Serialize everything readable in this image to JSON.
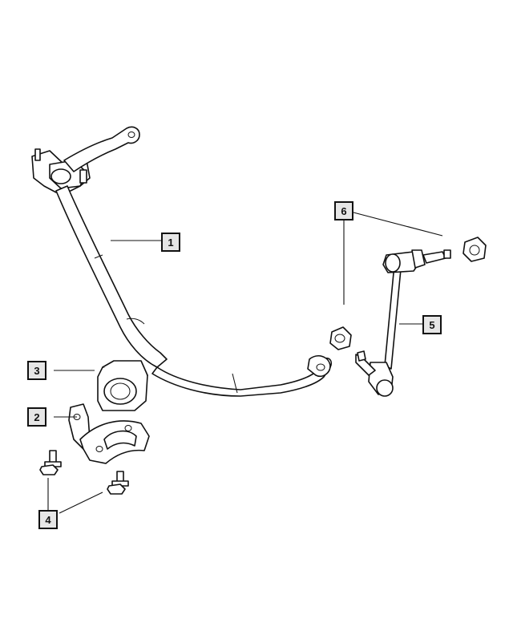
{
  "callouts": [
    {
      "id": "1",
      "label": "1",
      "part": "stabilizer-bar"
    },
    {
      "id": "2",
      "label": "2",
      "part": "bushing-retainer"
    },
    {
      "id": "3",
      "label": "3",
      "part": "stabilizer-bar-bushing"
    },
    {
      "id": "4",
      "label": "4",
      "part": "retainer-bolt"
    },
    {
      "id": "5",
      "label": "5",
      "part": "stabilizer-link"
    },
    {
      "id": "6",
      "label": "6",
      "part": "link-nut"
    }
  ]
}
